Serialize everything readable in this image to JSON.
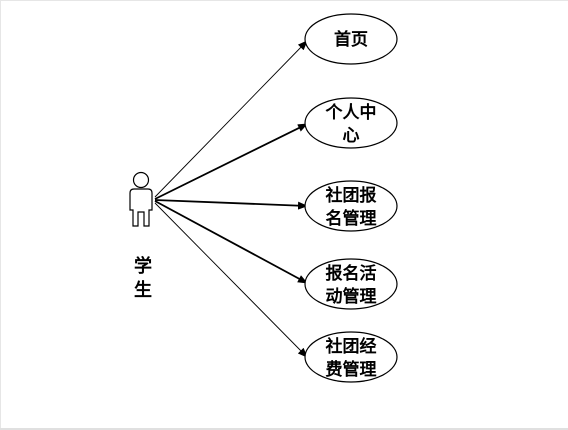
{
  "actor": {
    "label_line1": "学",
    "label_line2": "生"
  },
  "use_cases": [
    {
      "lines": [
        "首页"
      ]
    },
    {
      "lines": [
        "个人中",
        "心"
      ]
    },
    {
      "lines": [
        "社团报",
        "名管理"
      ]
    },
    {
      "lines": [
        "报名活",
        "动管理"
      ]
    },
    {
      "lines": [
        "社团经",
        "费管理"
      ]
    }
  ],
  "colors": {
    "stroke": "#000000",
    "background": "#ffffff"
  }
}
